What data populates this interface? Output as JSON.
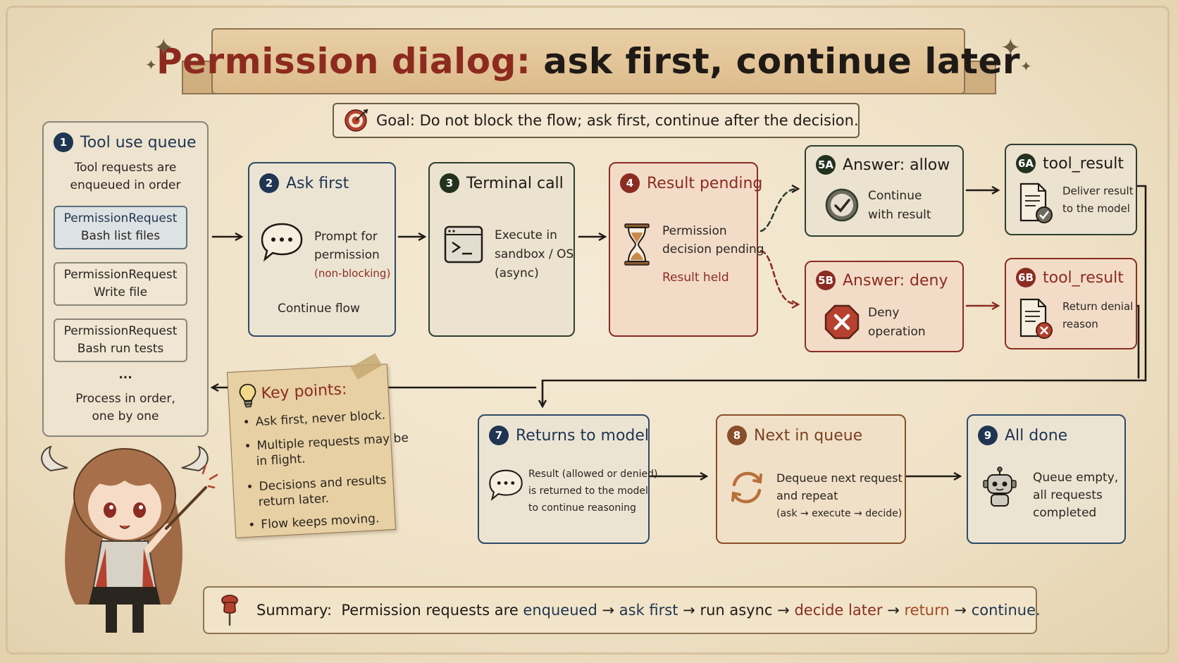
{
  "title": {
    "part1": "Permission dialog:",
    "part2": "ask first, continue later"
  },
  "goal": {
    "text": "Goal: Do not block the flow; ask first, continue after the decision.",
    "icon": "target-icon"
  },
  "queue": {
    "num": "1",
    "title": "Tool use queue",
    "desc1": "Tool requests are",
    "desc2": "enqueued in order",
    "items": [
      {
        "line1": "PermissionRequest",
        "line2": "Bash list files"
      },
      {
        "line1": "PermissionRequest",
        "line2": "Write file"
      },
      {
        "line1": "PermissionRequest",
        "line2": "Bash run tests"
      }
    ],
    "ellipsis": "...",
    "footer1": "Process in order,",
    "footer2": "one by one"
  },
  "steps": {
    "ask": {
      "num": "2",
      "title": "Ask first",
      "line1": "Prompt for",
      "line2": "permission",
      "line3": "(non-blocking)",
      "footer": "Continue flow",
      "icon": "speech-bubble-icon"
    },
    "terminal": {
      "num": "3",
      "title": "Terminal call",
      "line1": "Execute in",
      "line2": "sandbox / OS",
      "line3": "(async)",
      "icon": "terminal-icon"
    },
    "pending": {
      "num": "4",
      "title": "Result pending",
      "line1": "Permission",
      "line2": "decision pending",
      "line3": "Result held",
      "icon": "hourglass-icon"
    },
    "allow": {
      "num": "5A",
      "title": "Answer: allow",
      "line1": "Continue",
      "line2": "with result",
      "icon": "check-circle-icon"
    },
    "deny": {
      "num": "5B",
      "title": "Answer: deny",
      "line1": "Deny",
      "line2": "operation",
      "icon": "stop-x-icon"
    },
    "result_allow": {
      "num": "6A",
      "title": "tool_result",
      "line1": "Deliver result",
      "line2": "to the model",
      "icon": "document-check-icon"
    },
    "result_deny": {
      "num": "6B",
      "title": "tool_result",
      "line1": "Return denial",
      "line2": "reason",
      "icon": "document-x-icon"
    },
    "returns": {
      "num": "7",
      "title": "Returns to model",
      "line1": "Result (allowed or denied)",
      "line2": "is returned to the model",
      "line3": "to continue reasoning",
      "icon": "speech-bubble-icon"
    },
    "next": {
      "num": "8",
      "title": "Next in queue",
      "line1": "Dequeue next request",
      "line2": "and repeat",
      "line3": "(ask → execute → decide)",
      "icon": "cycle-arrows-icon"
    },
    "done": {
      "num": "9",
      "title": "All done",
      "line1": "Queue empty,",
      "line2": "all requests",
      "line3": "completed",
      "icon": "robot-icon"
    }
  },
  "key_points": {
    "title": "Key points:",
    "icon": "lightbulb-icon",
    "b1": "Ask first, never block.",
    "b2a": "Multiple requests may be",
    "b2b": "in flight.",
    "b3a": "Decisions and results",
    "b3b": "return later.",
    "b4": "Flow keeps moving."
  },
  "summary": {
    "icon": "pushpin-icon",
    "lead": "Summary:",
    "p1": "Permission requests are",
    "s1": "enqueued",
    "s2": "ask first",
    "s3": "run async",
    "s4": "decide later",
    "s5": "return",
    "s6": "continue.",
    "arrow": "→"
  },
  "colors": {
    "blue": "#1f3552",
    "red": "#8b2c22",
    "green": "#23321f",
    "orange": "#8a4e2a",
    "paper": "#efe2c7"
  }
}
